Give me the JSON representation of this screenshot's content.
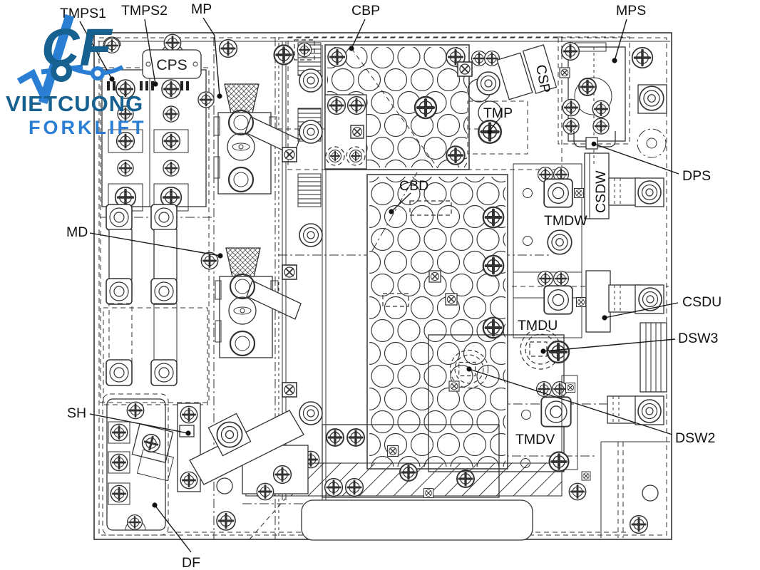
{
  "colors": {
    "ink": "#333333",
    "label_text": "#111111",
    "logo_dark": "#16618f",
    "logo_light": "#2a7fd4",
    "background": "#ffffff"
  },
  "logo": {
    "monogram": "CF",
    "brand": "VIETCUONG",
    "product": "FORKLIFT"
  },
  "diagram": {
    "labels": {
      "tmps1": "TMPS1",
      "tmps2": "TMPS2",
      "mp": "MP",
      "cbp": "CBP",
      "mps": "MPS",
      "cps": "CPS",
      "csp": "CSP",
      "tmp": "TMP",
      "dps": "DPS",
      "cbd": "CBD",
      "md": "MD",
      "tmdw": "TMDW",
      "csdw": "CSDW",
      "csdu": "CSDU",
      "tmdu": "TMDU",
      "dsw3": "DSW3",
      "dsw2": "DSW2",
      "tmdv": "TMDV",
      "sh": "SH",
      "df": "DF"
    }
  }
}
